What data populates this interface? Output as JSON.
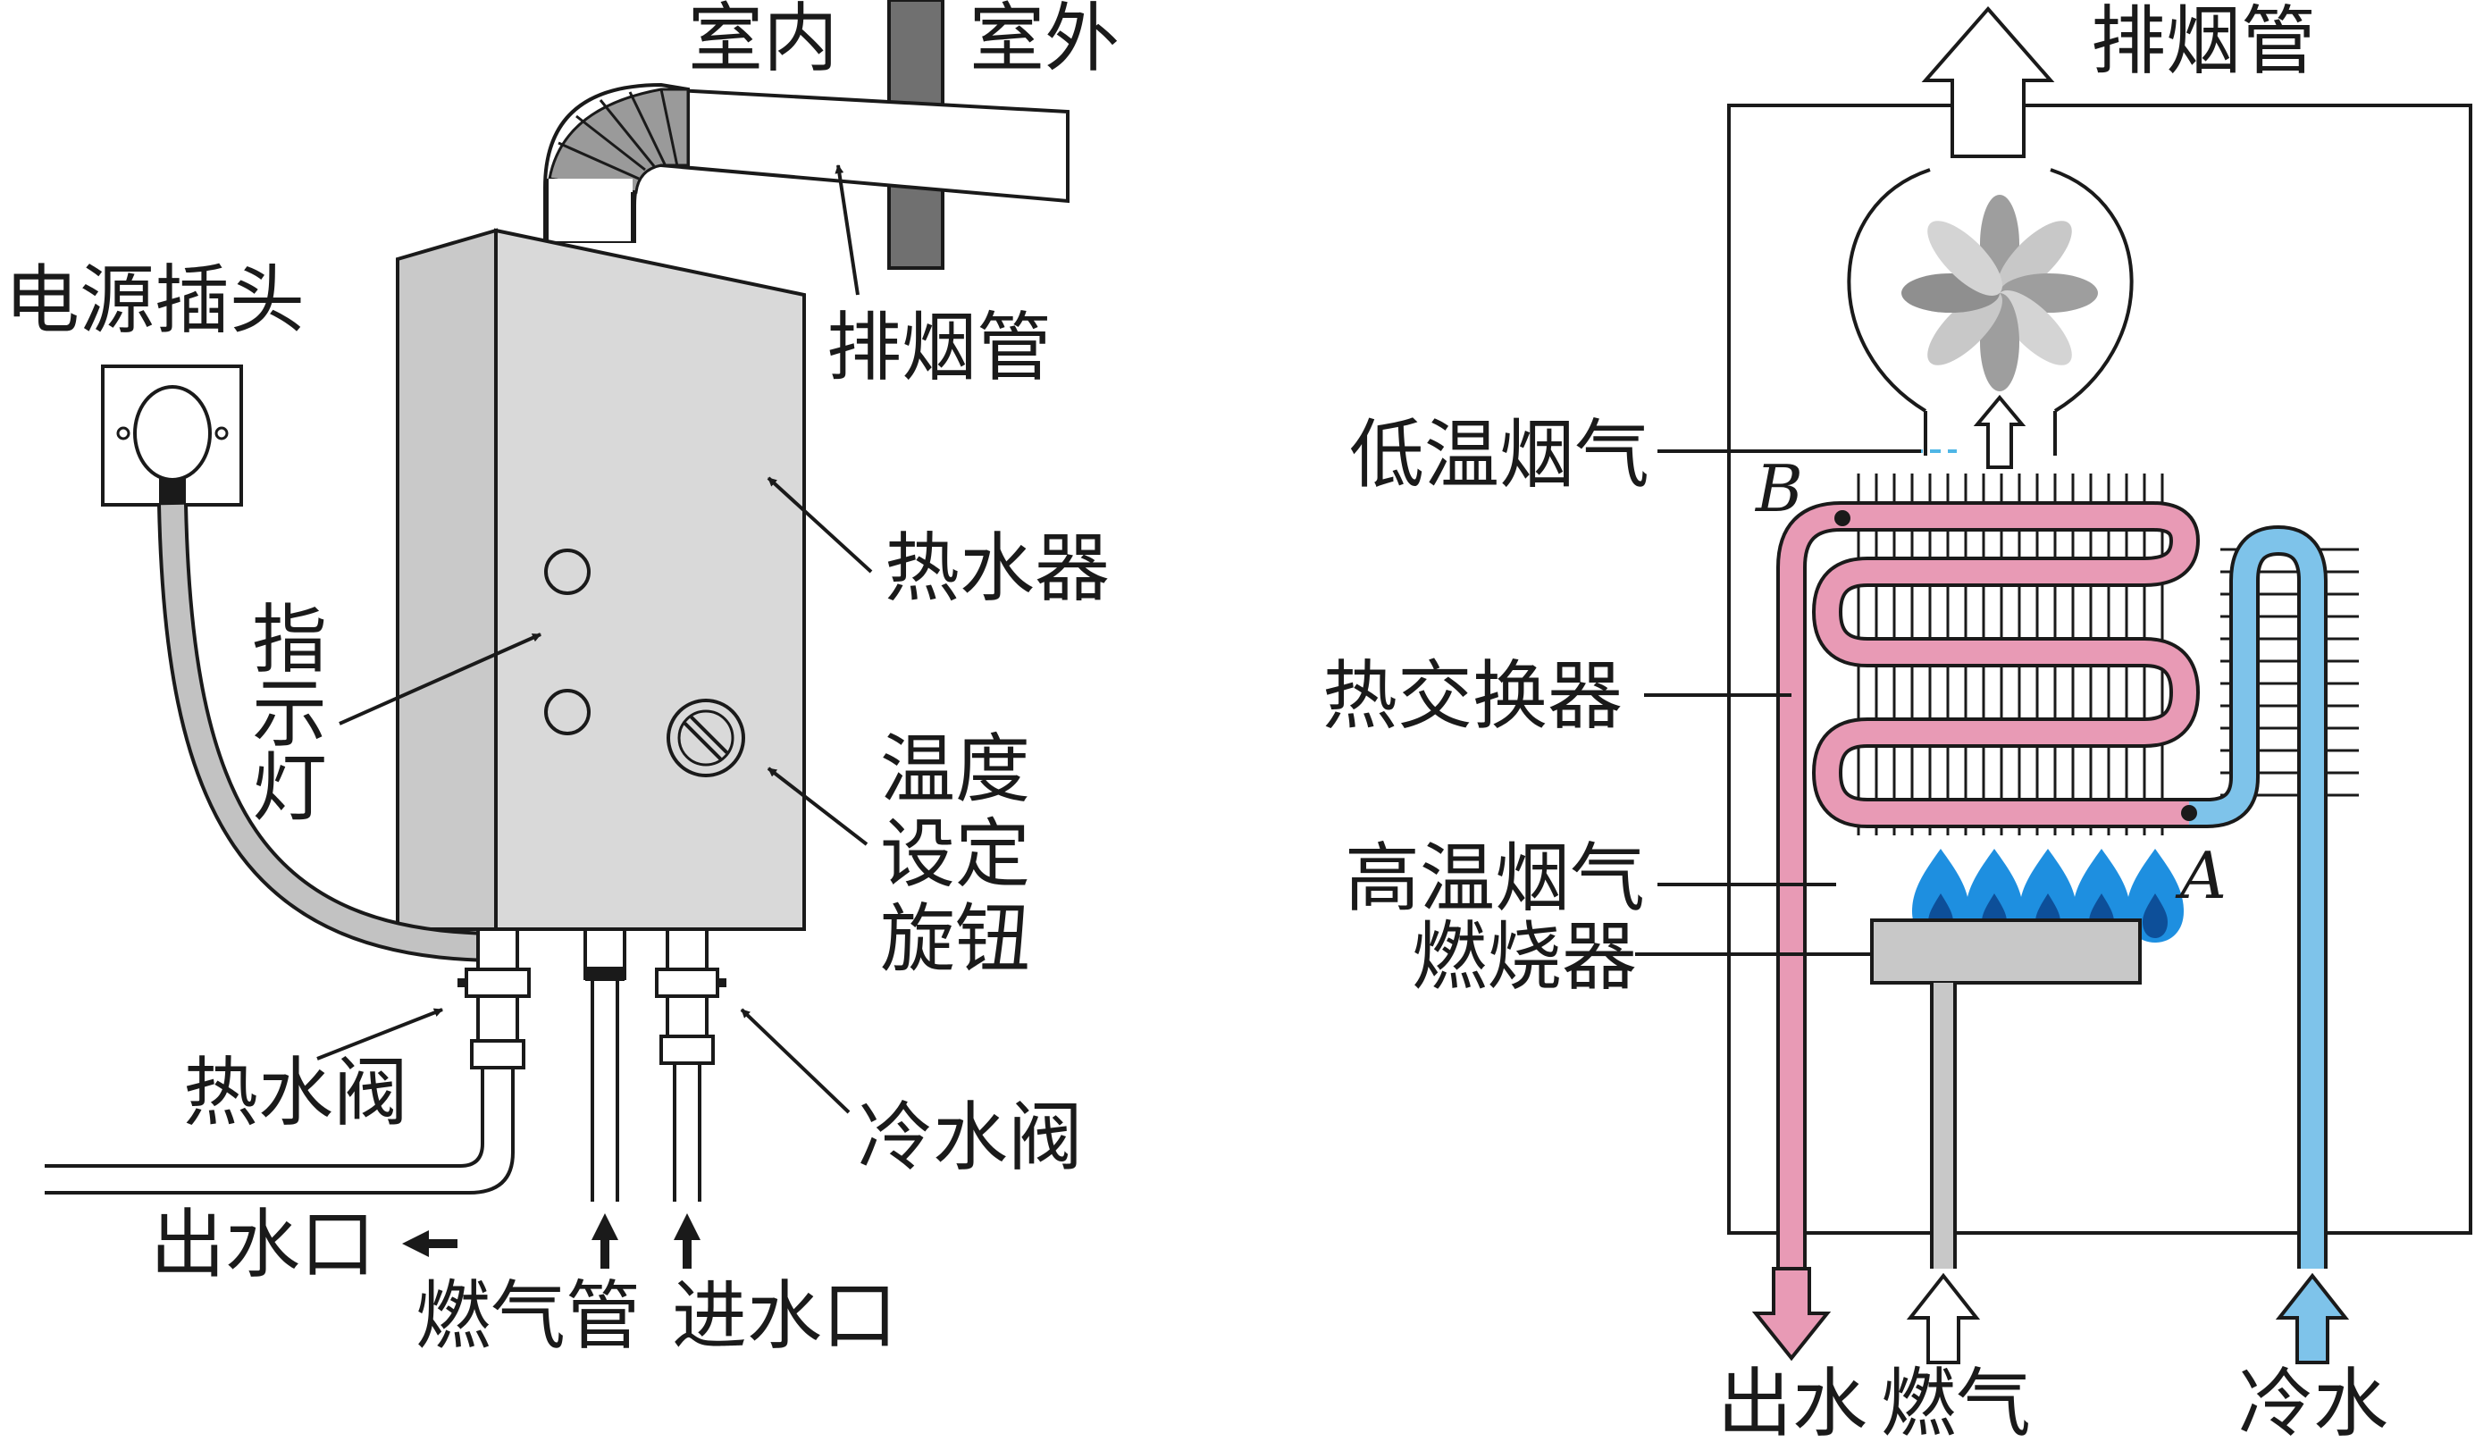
{
  "left_diagram": {
    "indoor": "室内",
    "outdoor": "室外",
    "flue_pipe": "排烟管",
    "power_plug": "电源插头",
    "indicator_light_1": "指",
    "indicator_light_2": "示",
    "indicator_light_3": "灯",
    "water_heater": "热水器",
    "temp_knob_1": "温度",
    "temp_knob_2": "设定",
    "temp_knob_3": "旋钮",
    "hot_water_valve": "热水阀",
    "cold_water_valve": "冷水阀",
    "water_outlet": "出水口",
    "gas_pipe": "燃气管",
    "water_inlet": "进水口"
  },
  "right_diagram": {
    "flue_pipe": "排烟管",
    "low_temp_flue_gas": "低温烟气",
    "point_b": "B",
    "heat_exchanger": "热交换器",
    "high_temp_flue_gas": "高温烟气",
    "burner": "燃烧器",
    "point_a": "A",
    "water_out": "出水",
    "gas": "燃气",
    "cold_water": "冷水"
  },
  "colors": {
    "hot_water_pipe": "#e89ab5",
    "cold_water_pipe": "#7ec3ea",
    "flame": "#1e8fe0",
    "body_gray": "#d6d6d6",
    "burner_gray": "#c8c8c8"
  }
}
